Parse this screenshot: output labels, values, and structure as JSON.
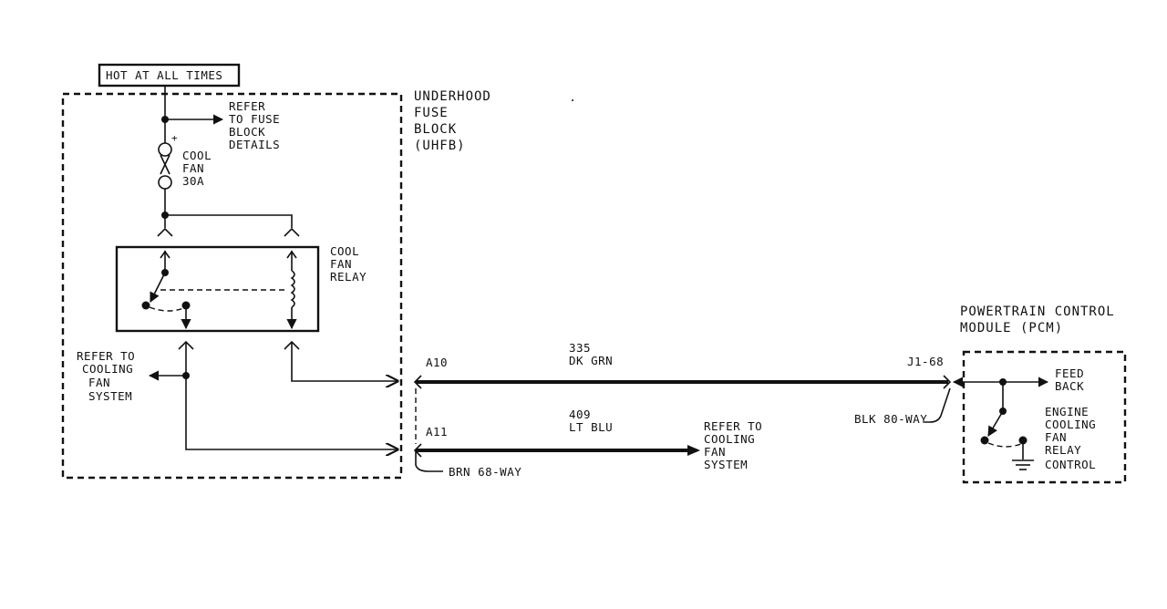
{
  "header": {
    "hot_label": "HOT AT ALL TIMES"
  },
  "uhfb": {
    "name_lines": [
      "UNDERHOOD",
      "FUSE",
      "BLOCK",
      "(UHFB)"
    ],
    "refer_fuse_lines": [
      "REFER",
      "TO FUSE",
      "BLOCK",
      "DETAILS"
    ],
    "fuse_lines": [
      "COOL",
      "FAN",
      "30A"
    ],
    "relay_lines": [
      "COOL",
      "FAN",
      "RELAY"
    ],
    "refer_cooling_lines": [
      "REFER TO",
      "COOLING",
      "FAN",
      "SYSTEM"
    ]
  },
  "circuits": {
    "c335": {
      "terminal": "A10",
      "number": "335",
      "color": "DK GRN",
      "pcm_terminal": "J1-68"
    },
    "c409": {
      "terminal": "A11",
      "number": "409",
      "color": "LT BLU"
    },
    "refer_lines": [
      "REFER TO",
      "COOLING",
      "FAN",
      "SYSTEM"
    ]
  },
  "connectors": {
    "brn": "BRN 68-WAY",
    "blk": "BLK 80-WAY"
  },
  "pcm": {
    "title_lines": [
      "POWERTRAIN CONTROL",
      "MODULE (PCM)"
    ],
    "feedback_lines": [
      "FEED",
      "BACK"
    ],
    "control_lines": [
      "ENGINE",
      "COOLING",
      "FAN",
      "RELAY",
      "CONTROL"
    ]
  }
}
